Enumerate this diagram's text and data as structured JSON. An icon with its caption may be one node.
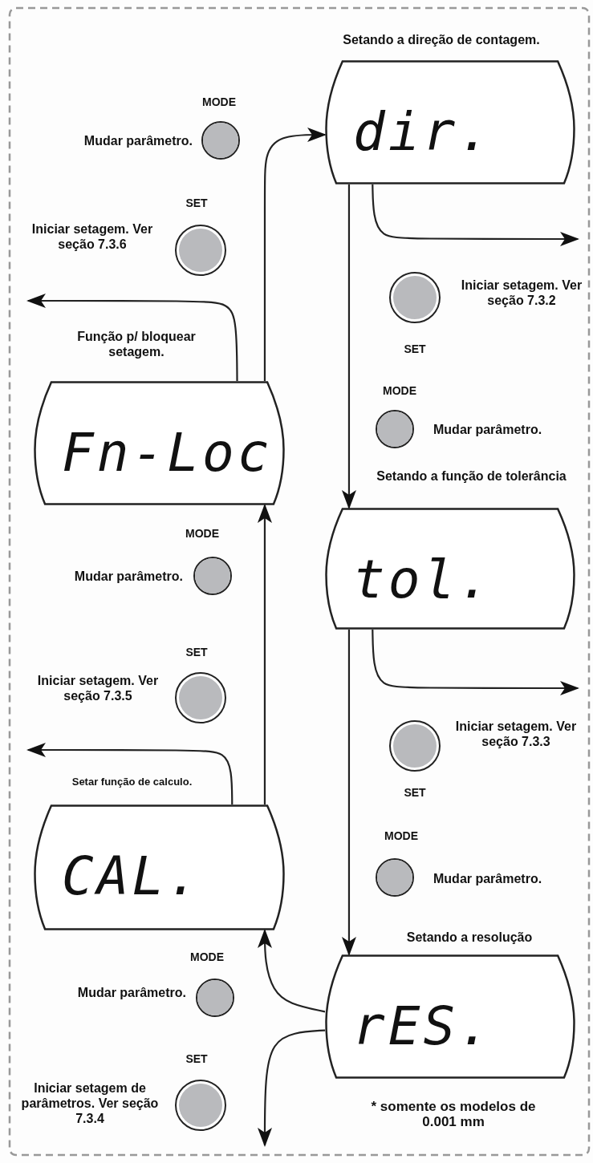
{
  "diagram": {
    "nodes": [
      {
        "text": [
          "Setando a direção de contagem.",
          "dir."
        ]
      },
      {
        "text": [
          "Função p/ bloquear setagem.",
          "Fn-Loc"
        ]
      },
      {
        "text": [
          "Setando a função de tolerância",
          "tol."
        ]
      },
      {
        "text": [
          "Setar função de calculo.",
          "CAL."
        ]
      },
      {
        "text": [
          "Setando a resolução",
          "rES."
        ],
        "beside": [
          "* somente os modelos de 0.001 mm"
        ]
      }
    ],
    "edges": [
      {
        "from": 0,
        "to": 2,
        "arrow": "to"
      },
      {
        "from": 2,
        "to": 4,
        "arrow": "to"
      },
      {
        "from": 4,
        "to": 3,
        "arrow": "to"
      },
      {
        "from": 3,
        "to": 1,
        "arrow": "to"
      },
      {
        "from": 1,
        "to": 0,
        "arrow": "to"
      },
      {
        "from": 0,
        "to": null,
        "arrow": "to"
      },
      {
        "from": 2,
        "to": null,
        "arrow": "to"
      },
      {
        "from": 1,
        "to": null,
        "arrow": "to"
      },
      {
        "from": 3,
        "to": null,
        "arrow": "to"
      },
      {
        "from": 4,
        "to": null,
        "arrow": "to"
      }
    ],
    "labels": [
      "MODE",
      "Mudar parâmetro.",
      "SET",
      "Iniciar setagem. Ver seção 7.3.6",
      "Iniciar setagem. Ver seção 7.3.2",
      "SET",
      "MODE",
      "Mudar parâmetro.",
      "MODE",
      "Mudar parâmetro.",
      "SET",
      "Iniciar setagem. Ver seção 7.3.5",
      "Iniciar setagem. Ver seção 7.3.3",
      "SET",
      "MODE",
      "Mudar parâmetro.",
      "MODE",
      "Mudar parâmetro.",
      "SET",
      "Iniciar setagem de parâmetros. Ver seção 7.3.4"
    ]
  }
}
